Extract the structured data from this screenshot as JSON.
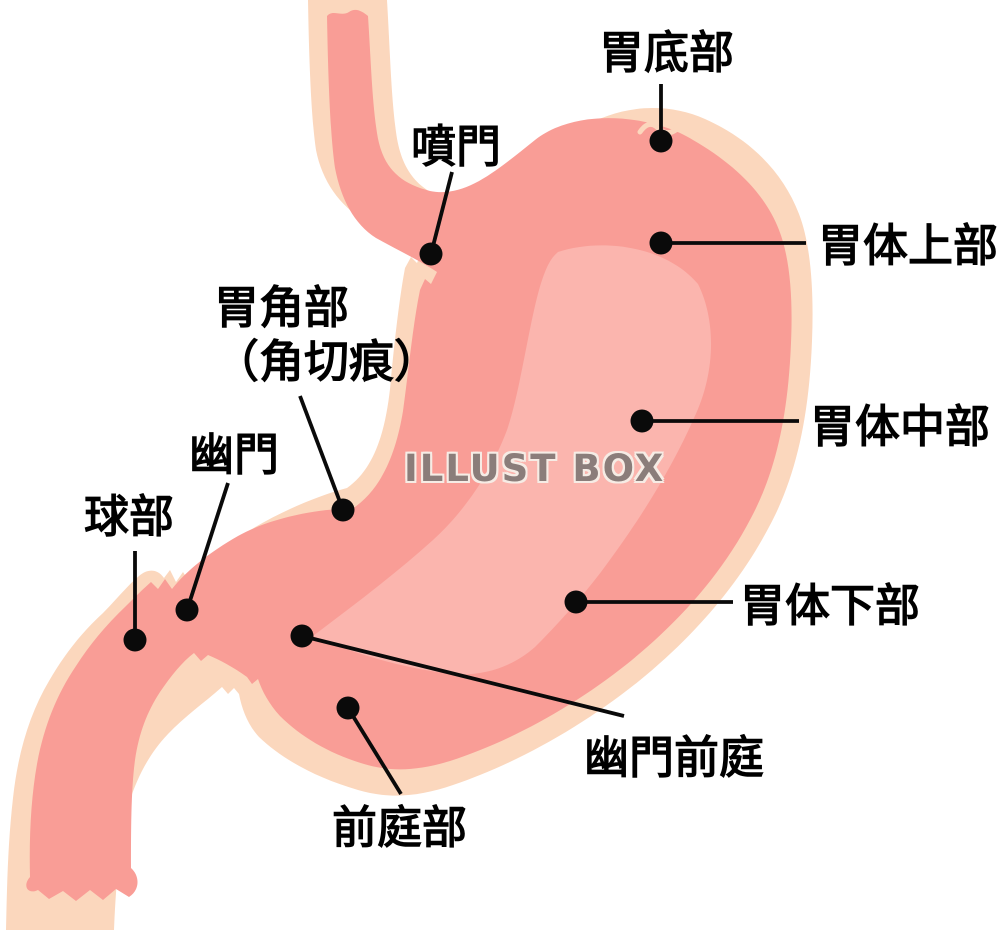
{
  "watermark": {
    "text": "ILLUST BOX",
    "color": "#8b7d7a",
    "outline_color": "#f6ece5"
  },
  "colors": {
    "outline": "#fbd7bd",
    "body": "#f99d96",
    "highlight": "#fbb5ae",
    "marker": "#0a0a0a",
    "background": "#ffffff"
  },
  "labels": [
    {
      "name": "fundus",
      "text": "胃底部"
    },
    {
      "name": "cardia",
      "text": "噴門"
    },
    {
      "name": "upper-gastric-body",
      "text": "胃体上部"
    },
    {
      "name": "gastric-angle",
      "text": "胃角部\n（角切痕）"
    },
    {
      "name": "pylorus",
      "text": "幽門"
    },
    {
      "name": "duodenal-bulb",
      "text": "球部"
    },
    {
      "name": "middle-gastric-body",
      "text": "胃体中部"
    },
    {
      "name": "lower-gastric-body",
      "text": "胃体下部"
    },
    {
      "name": "pyloric-vestibule",
      "text": "幽門前庭"
    },
    {
      "name": "antrum",
      "text": "前庭部"
    }
  ]
}
